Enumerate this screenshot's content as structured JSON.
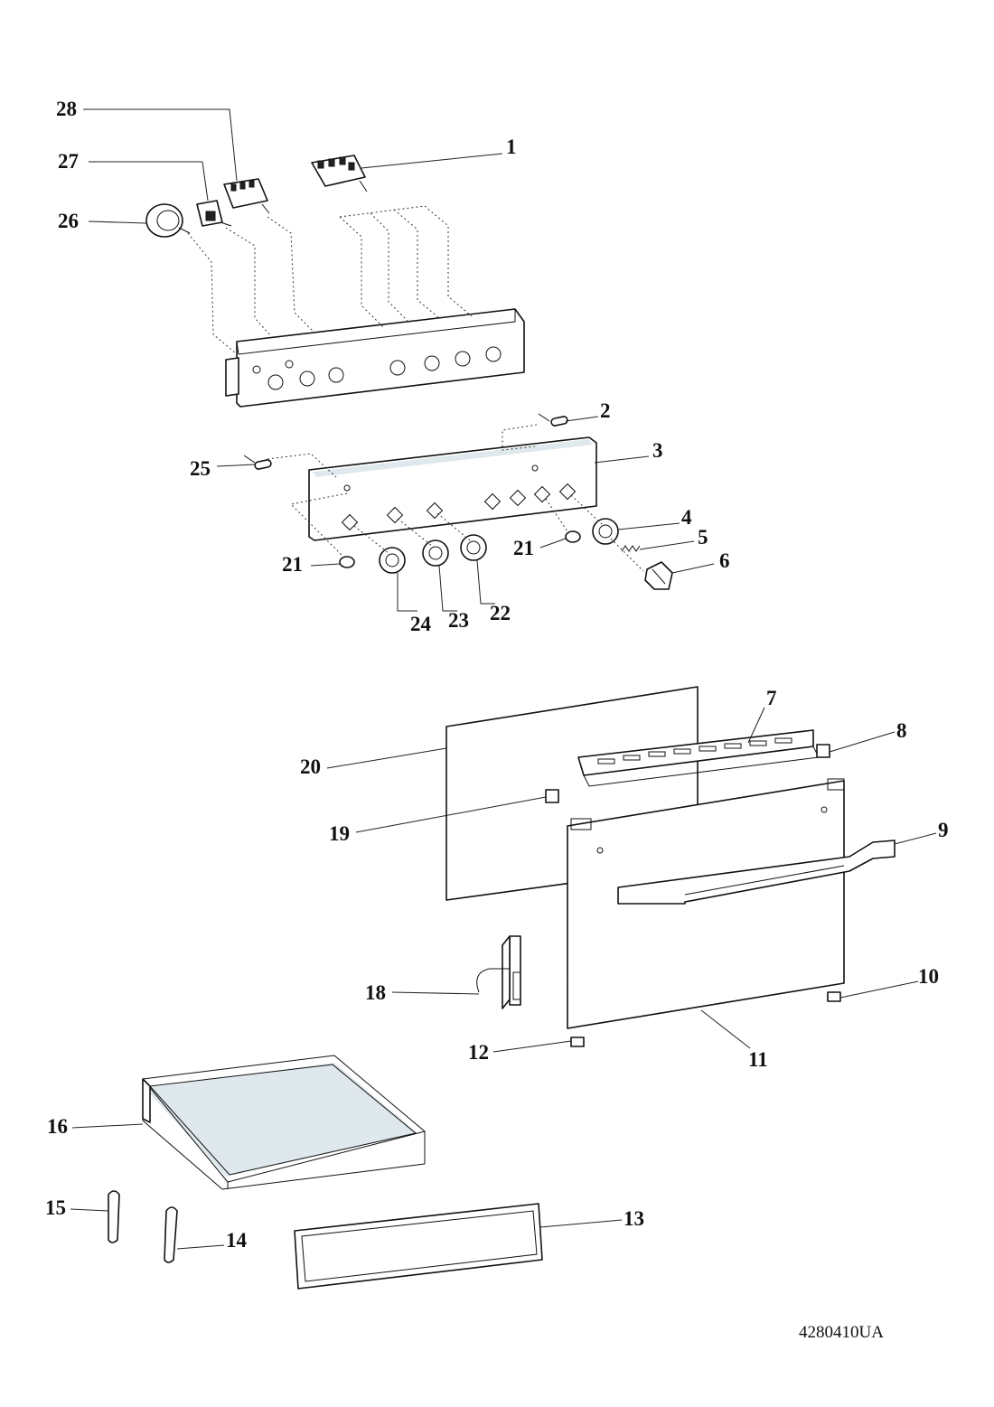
{
  "document_code": "4280410UA",
  "callouts": [
    {
      "id": "c1",
      "text": "1"
    },
    {
      "id": "c2",
      "text": "2"
    },
    {
      "id": "c3",
      "text": "3"
    },
    {
      "id": "c4",
      "text": "4"
    },
    {
      "id": "c5",
      "text": "5"
    },
    {
      "id": "c6",
      "text": "6"
    },
    {
      "id": "c7",
      "text": "7"
    },
    {
      "id": "c8",
      "text": "8"
    },
    {
      "id": "c9",
      "text": "9"
    },
    {
      "id": "c10",
      "text": "10"
    },
    {
      "id": "c11",
      "text": "11"
    },
    {
      "id": "c12",
      "text": "12"
    },
    {
      "id": "c13",
      "text": "13"
    },
    {
      "id": "c14",
      "text": "14"
    },
    {
      "id": "c15",
      "text": "15"
    },
    {
      "id": "c16",
      "text": "16"
    },
    {
      "id": "c18",
      "text": "18"
    },
    {
      "id": "c19",
      "text": "19"
    },
    {
      "id": "c20",
      "text": "20"
    },
    {
      "id": "c21a",
      "text": "21"
    },
    {
      "id": "c21b",
      "text": "21"
    },
    {
      "id": "c22",
      "text": "22"
    },
    {
      "id": "c23",
      "text": "23"
    },
    {
      "id": "c24",
      "text": "24"
    },
    {
      "id": "c25",
      "text": "25"
    },
    {
      "id": "c26",
      "text": "26"
    },
    {
      "id": "c27",
      "text": "27"
    },
    {
      "id": "c28",
      "text": "28"
    }
  ]
}
